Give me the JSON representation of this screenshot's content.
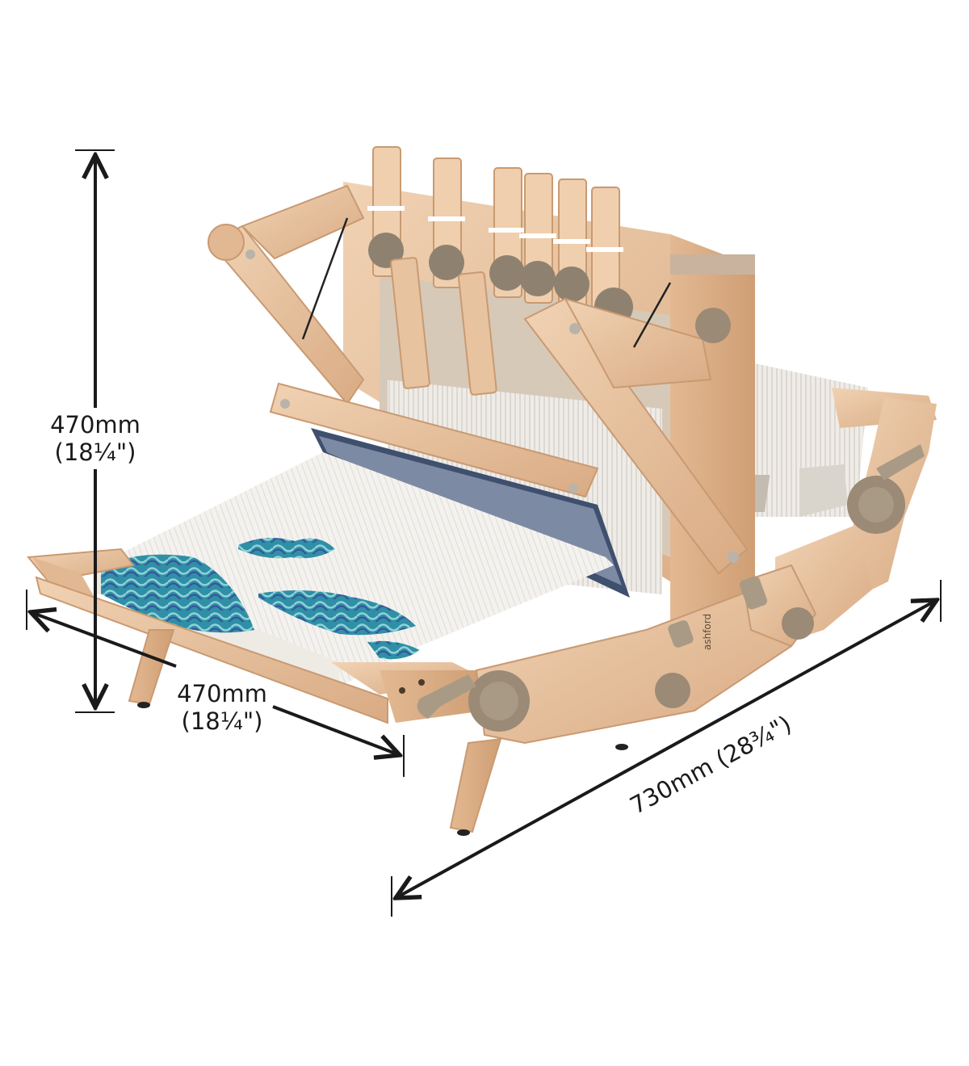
{
  "dimensions": {
    "height": {
      "metric": "470mm",
      "imperial": "(18¼\")"
    },
    "depth": {
      "metric": "470mm",
      "imperial": "(18¼\")"
    },
    "width": {
      "text": "730mm (28¾\")"
    }
  },
  "logo": {
    "text": "ashford"
  },
  "colors": {
    "wood": "#e8c3a0",
    "wood_dark": "#c99a72",
    "knob": "#9a8a76",
    "warp": "#f3f1ee",
    "accent_blue": "#2a6fa8",
    "accent_teal": "#2f9a9c",
    "arrow": "#1a1a1a"
  }
}
